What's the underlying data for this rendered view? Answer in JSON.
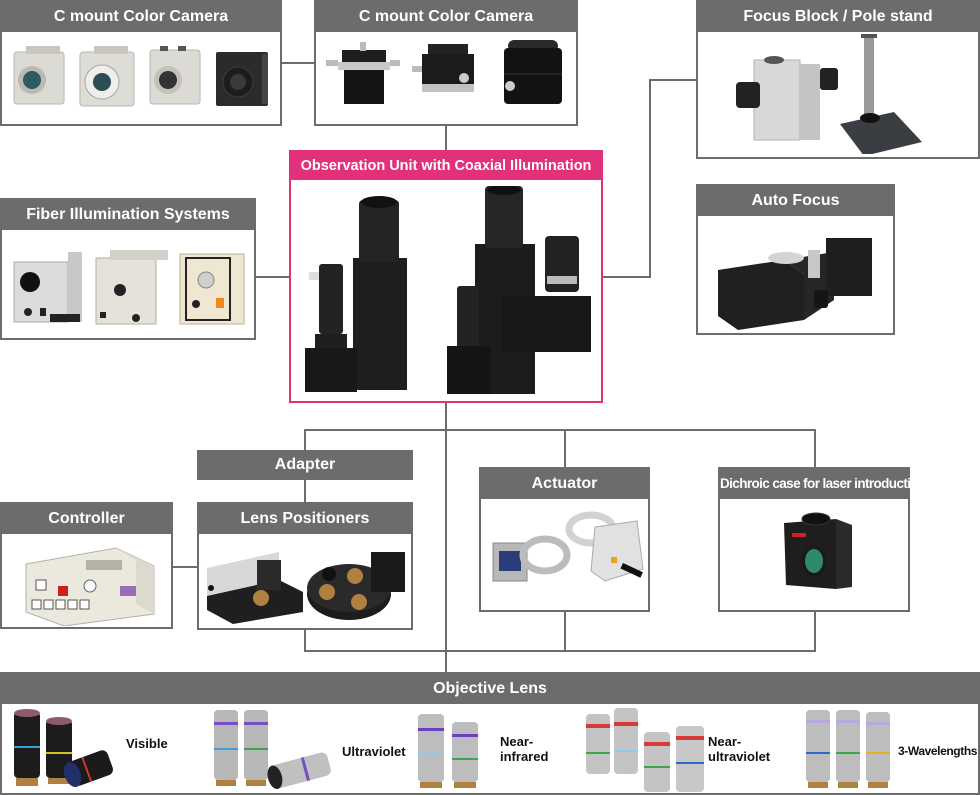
{
  "diagram": {
    "accent_color": "#e2317a",
    "header_color": "#6d6b6c",
    "nodes": {
      "cmount_camera": {
        "title": "C mount Color Camera",
        "icon": "camera-icon"
      },
      "cmount_adapter": {
        "title": "C mount Color Camera",
        "icon": "c-mount-adapter-icon"
      },
      "focus_block": {
        "title": "Focus Block / Pole stand",
        "icon": "focus-block-icon"
      },
      "observation_unit": {
        "title": "Observation Unit with Coaxial Illumination",
        "icon": "observation-unit-icon"
      },
      "fiber_illumination": {
        "title": "Fiber Illumination Systems",
        "icon": "light-source-icon"
      },
      "auto_focus": {
        "title": "Auto Focus",
        "icon": "auto-focus-icon"
      },
      "adapter": {
        "title": "Adapter"
      },
      "controller": {
        "title": "Controller",
        "icon": "controller-icon"
      },
      "lens_positioners": {
        "title": "Lens Positioners",
        "icon": "lens-positioner-icon"
      },
      "actuator": {
        "title": "Actuator",
        "icon": "actuator-icon"
      },
      "dichroic_case": {
        "title": "Dichroic case for laser introduction",
        "icon": "dichroic-cube-icon"
      },
      "objective_lens": {
        "title": "Objective Lens",
        "groups": [
          {
            "label": "Visible",
            "icon": "objective-lens-icon"
          },
          {
            "label": "Ultraviolet",
            "icon": "objective-lens-icon"
          },
          {
            "label_line1": "Near-",
            "label_line2": "infrared",
            "icon": "objective-lens-icon"
          },
          {
            "label_line1": "Near-",
            "label_line2": "ultraviolet",
            "icon": "objective-lens-icon"
          },
          {
            "label": "3-Wavelengths",
            "icon": "objective-lens-icon"
          }
        ]
      }
    }
  }
}
